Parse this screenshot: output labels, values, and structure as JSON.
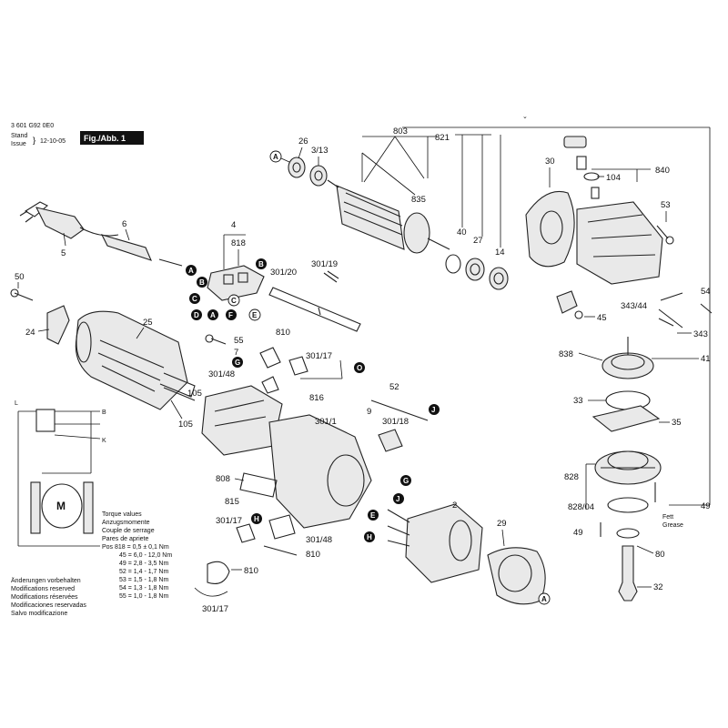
{
  "header": {
    "doc_number": "3 601 G92 0E0",
    "stand": "Stand",
    "issue": "Issue",
    "date": "12-10-05",
    "fig": "Fig./Abb. 1"
  },
  "torque": {
    "title": "Torque values",
    "lines": [
      "Anzugsmomente",
      "Couple de serrage",
      "Pares de apriete",
      "Pos 818 = 0,5 ± 0,1 Nm",
      "45 = 6,0 - 12,0 Nm",
      "49 = 2,8 - 3,5 Nm",
      "52 = 1,4 - 1,7 Nm",
      "53 = 1,5 - 1,8 Nm",
      "54 = 1,3 - 1,8 Nm",
      "55 = 1,0 - 1,8 Nm"
    ]
  },
  "changes": {
    "lines": [
      "Änderungen vorbehalten",
      "Modifications reserved",
      "Modifications réservées",
      "Modificaciones reservadas",
      "Salvo modificazione"
    ]
  },
  "fett": {
    "line1": "Fett",
    "line2": "Grease"
  },
  "labels": {
    "l26": "26",
    "l313": "3/13",
    "l803": "803",
    "l821": "821",
    "l30": "30",
    "l840": "840",
    "l104": "104",
    "l835": "835",
    "l53": "53",
    "l40": "40",
    "l27": "27",
    "l14": "14",
    "l4": "4",
    "l818": "818",
    "l6": "6",
    "l5": "5",
    "l50": "50",
    "l24": "24",
    "l25": "25",
    "l30120": "301/20",
    "l30119": "301/19",
    "l55": "55",
    "l7": "7",
    "l810a": "810",
    "l30148a": "301/48",
    "l30117a": "301/17",
    "l816": "816",
    "l105a": "105",
    "l105b": "105",
    "l52": "52",
    "l9": "9",
    "l3011": "301/1",
    "l30118": "301/18",
    "l808": "808",
    "l815": "815",
    "l30117b": "301/17",
    "l30148b": "301/48",
    "l810b": "810",
    "l810c": "810",
    "l30117c": "301/17",
    "l2": "2",
    "l29": "29",
    "l54": "54",
    "l343": "343",
    "l34344": "343/44",
    "l45": "45",
    "l838": "838",
    "l41": "41",
    "l33": "33",
    "l35": "35",
    "l828": "828",
    "l82804": "828/04",
    "l49a": "49",
    "l49b": "49",
    "l80": "80",
    "l32": "32",
    "lM": "M"
  },
  "circle_letters": {
    "A": "A",
    "B": "B",
    "C": "C",
    "D": "D",
    "E": "E",
    "F": "F",
    "G": "G",
    "H": "H",
    "J": "J",
    "O": "O"
  },
  "wiring": {
    "L": "L",
    "B": "B",
    "K": "K"
  }
}
